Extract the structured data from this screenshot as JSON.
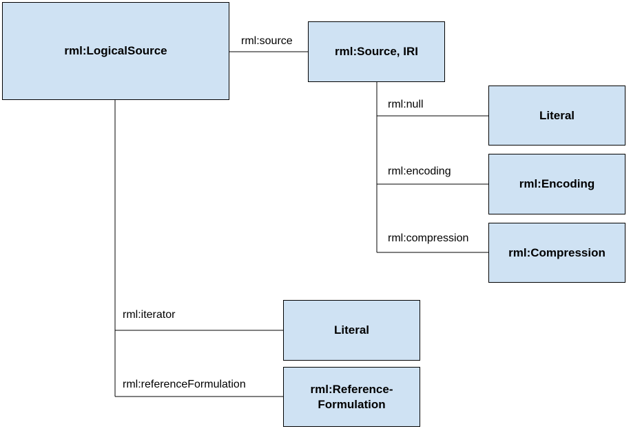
{
  "colors": {
    "box_fill": "#cfe2f3",
    "border": "#000000",
    "text": "#000000"
  },
  "nodes": {
    "logical_source": "rml:LogicalSource",
    "source": "rml:Source, IRI",
    "null_literal": "Literal",
    "encoding": "rml:Encoding",
    "compression": "rml:Compression",
    "iterator_literal": "Literal",
    "reference_formulation": "rml:Reference-\nFormulation"
  },
  "edges": {
    "source": "rml:source",
    "null": "rml:null",
    "encoding": "rml:encoding",
    "compression": "rml:compression",
    "iterator": "rml:iterator",
    "reference_formulation": "rml:referenceFormulation"
  }
}
